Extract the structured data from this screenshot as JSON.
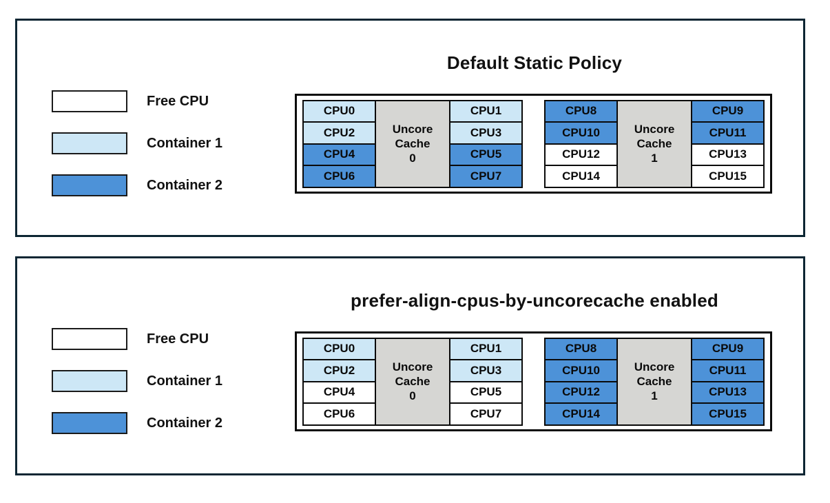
{
  "colors": {
    "free": "#FFFFFF",
    "container1": "#CDE7F6",
    "container2": "#4D92D8",
    "cache": "#D6D6D3",
    "panel_border": "#0D2633",
    "cell_border": "#0A0A0A"
  },
  "legend": {
    "items": [
      {
        "label": "Free CPU",
        "type": "free"
      },
      {
        "label": "Container 1",
        "type": "container1"
      },
      {
        "label": "Container 2",
        "type": "container2"
      }
    ]
  },
  "panels": [
    {
      "title": "Default Static Policy",
      "groups": [
        {
          "cache_lines": [
            "Uncore",
            "Cache",
            "0"
          ],
          "left": [
            {
              "label": "CPU0",
              "type": "container1"
            },
            {
              "label": "CPU2",
              "type": "container1"
            },
            {
              "label": "CPU4",
              "type": "container2"
            },
            {
              "label": "CPU6",
              "type": "container2"
            }
          ],
          "right": [
            {
              "label": "CPU1",
              "type": "container1"
            },
            {
              "label": "CPU3",
              "type": "container1"
            },
            {
              "label": "CPU5",
              "type": "container2"
            },
            {
              "label": "CPU7",
              "type": "container2"
            }
          ]
        },
        {
          "cache_lines": [
            "Uncore",
            "Cache",
            "1"
          ],
          "left": [
            {
              "label": "CPU8",
              "type": "container2"
            },
            {
              "label": "CPU10",
              "type": "container2"
            },
            {
              "label": "CPU12",
              "type": "free"
            },
            {
              "label": "CPU14",
              "type": "free"
            }
          ],
          "right": [
            {
              "label": "CPU9",
              "type": "container2"
            },
            {
              "label": "CPU11",
              "type": "container2"
            },
            {
              "label": "CPU13",
              "type": "free"
            },
            {
              "label": "CPU15",
              "type": "free"
            }
          ]
        }
      ]
    },
    {
      "title": "prefer-align-cpus-by-uncorecache enabled",
      "groups": [
        {
          "cache_lines": [
            "Uncore",
            "Cache",
            "0"
          ],
          "left": [
            {
              "label": "CPU0",
              "type": "container1"
            },
            {
              "label": "CPU2",
              "type": "container1"
            },
            {
              "label": "CPU4",
              "type": "free"
            },
            {
              "label": "CPU6",
              "type": "free"
            }
          ],
          "right": [
            {
              "label": "CPU1",
              "type": "container1"
            },
            {
              "label": "CPU3",
              "type": "container1"
            },
            {
              "label": "CPU5",
              "type": "free"
            },
            {
              "label": "CPU7",
              "type": "free"
            }
          ]
        },
        {
          "cache_lines": [
            "Uncore",
            "Cache",
            "1"
          ],
          "left": [
            {
              "label": "CPU8",
              "type": "container2"
            },
            {
              "label": "CPU10",
              "type": "container2"
            },
            {
              "label": "CPU12",
              "type": "container2"
            },
            {
              "label": "CPU14",
              "type": "container2"
            }
          ],
          "right": [
            {
              "label": "CPU9",
              "type": "container2"
            },
            {
              "label": "CPU11",
              "type": "container2"
            },
            {
              "label": "CPU13",
              "type": "container2"
            },
            {
              "label": "CPU15",
              "type": "container2"
            }
          ]
        }
      ]
    }
  ]
}
